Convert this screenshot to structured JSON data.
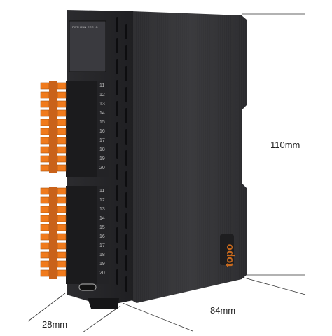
{
  "dimensions": {
    "height": "110mm",
    "depth": "84mm",
    "width": "28mm"
  },
  "led_labels": "PWR RUN ERR IO",
  "brand_logo": "topo",
  "terminal_blocks": [
    {
      "numbers": [
        "11",
        "12",
        "13",
        "14",
        "15",
        "16",
        "17",
        "18",
        "19",
        "20"
      ]
    },
    {
      "numbers": [
        "11",
        "12",
        "13",
        "14",
        "15",
        "16",
        "17",
        "18",
        "19",
        "20"
      ]
    }
  ],
  "colors": {
    "body": "#2a2a2d",
    "terminal_orange": "#f07a1c",
    "logo_orange": "#c86a1e"
  },
  "icons": [
    "usb-c-port-icon"
  ]
}
